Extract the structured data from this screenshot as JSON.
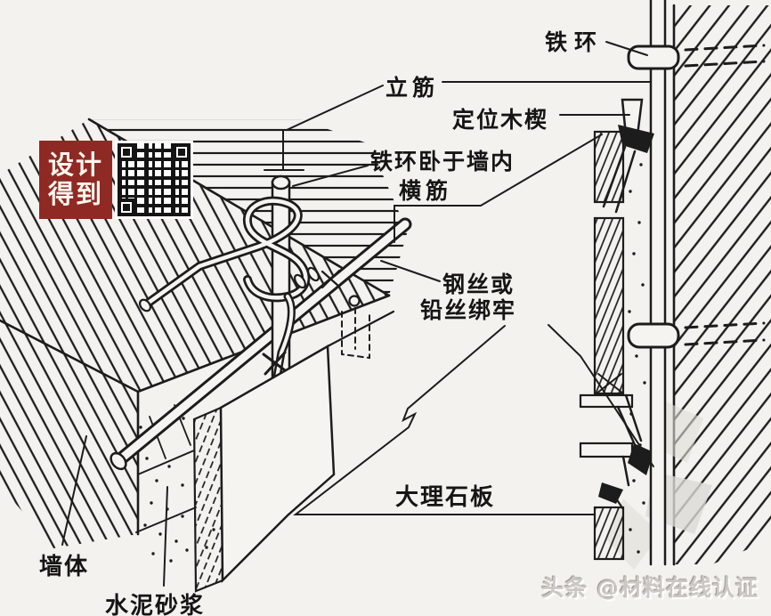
{
  "page": {
    "background": "#f4f2ee",
    "ink": "#1c1c1c"
  },
  "logo": {
    "line1": "设计",
    "line2": "得到",
    "bg_color": "#8e2a23",
    "text_color": "#fdf6ee"
  },
  "callouts": {
    "tie_ring_top": "铁环",
    "vertical_bar": "立筋",
    "positioning_wedge": "定位木楔",
    "ring_on_wall_line1": "铁环卧于墙内",
    "ring_on_wall_line2": "横筋",
    "wire_line1": "钢丝或",
    "wire_line2": "铅丝绑牢",
    "marble_slab": "大理石板",
    "wall_body": "墙体",
    "cement_mortar": "水泥砂浆"
  },
  "watermark": {
    "text": "头条 @材料在线认证",
    "color": "#cbc8c3"
  }
}
